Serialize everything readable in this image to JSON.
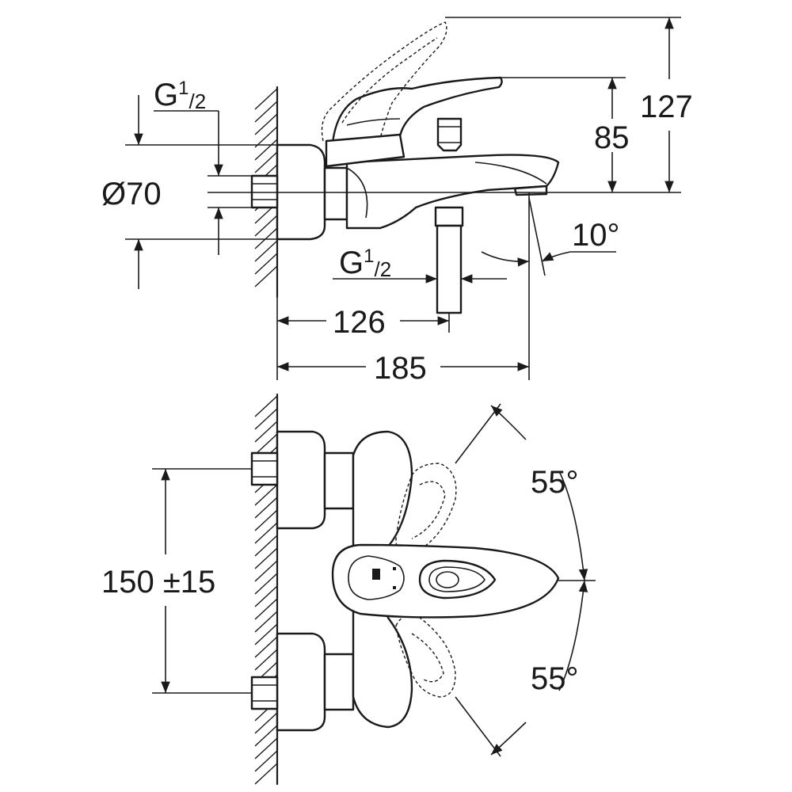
{
  "side_view": {
    "thread_top": {
      "main": "G",
      "sup": "1",
      "sub": "/2"
    },
    "diameter": "Ø70",
    "thread_bottom": {
      "main": "G",
      "sup": "1",
      "sub": "/2"
    },
    "angle": "10°",
    "height_total": "127",
    "height_spout": "85",
    "width_outlet": "126",
    "width_total": "185"
  },
  "top_view": {
    "centers": "150 ±15",
    "angle_up": "55°",
    "angle_down": "55°"
  }
}
